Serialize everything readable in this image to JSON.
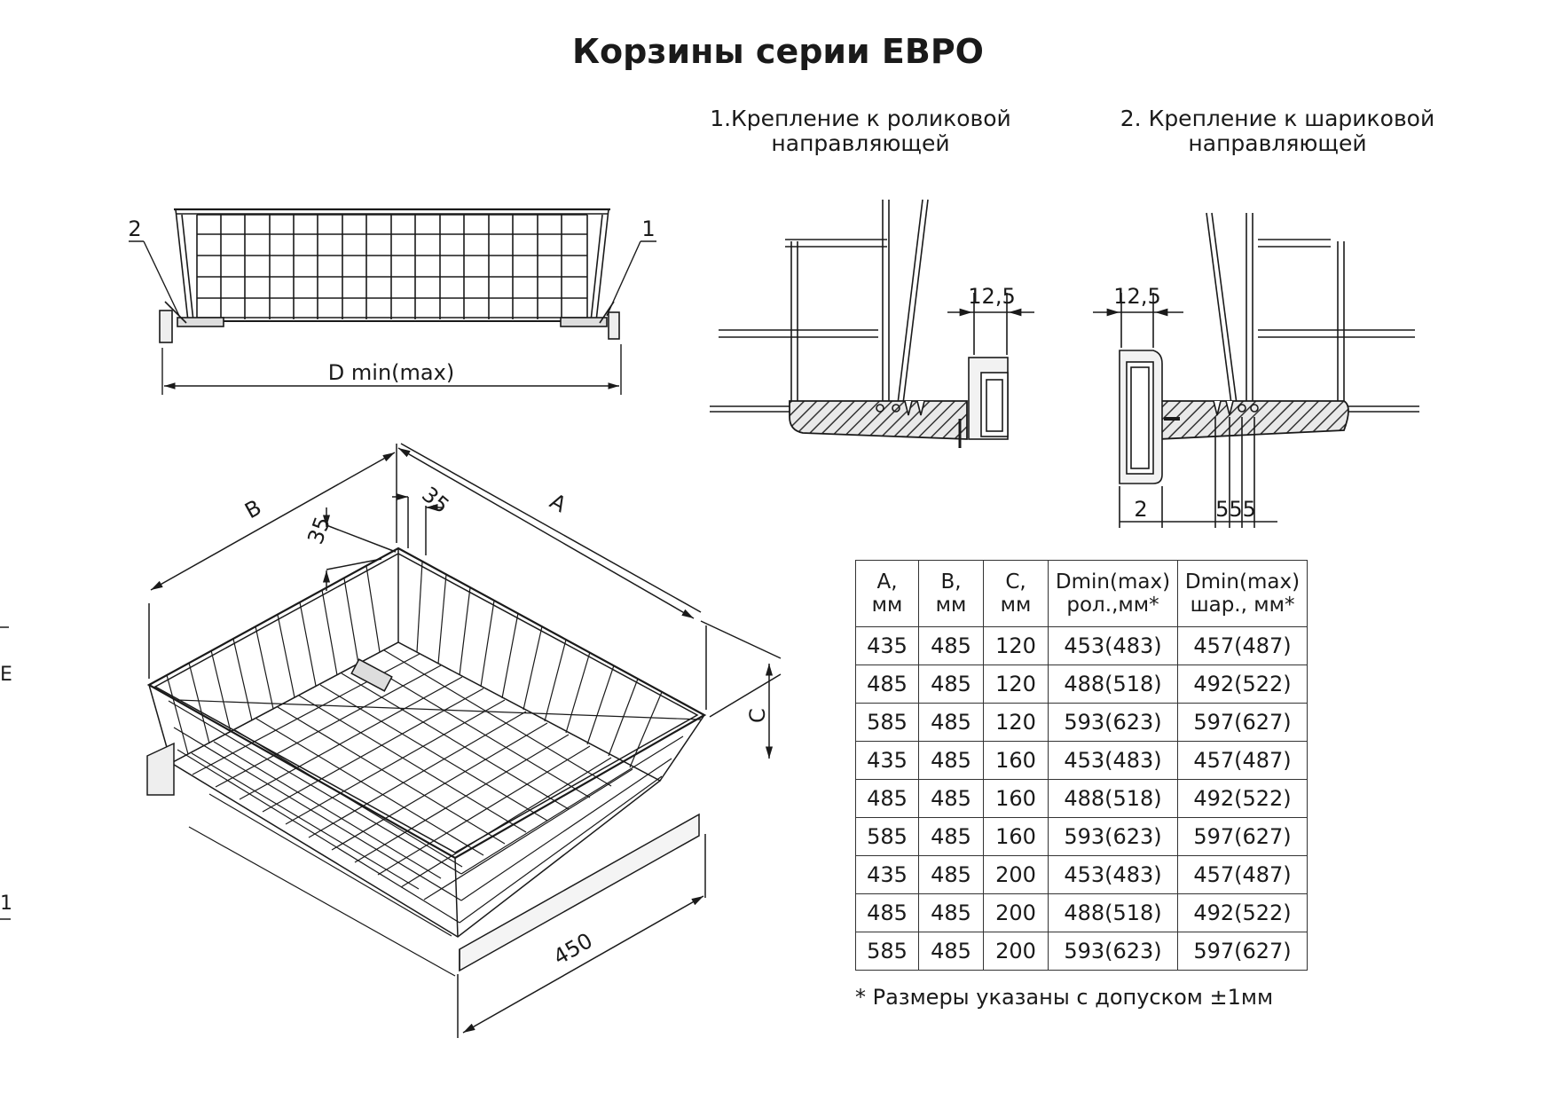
{
  "title": "Корзины серии ЕВРО",
  "caption_roller": [
    "1.Крепление к роликовой",
    "направляющей"
  ],
  "caption_ball": [
    "2. Крепление к шариковой",
    "направляющей"
  ],
  "dims": {
    "front_label_2": "2",
    "front_label_1": "1",
    "front_width": "D min(max)",
    "roller_gap": "12,5",
    "ball_gap": "12,5",
    "ball_bottom_2": "2",
    "ball_bottom_555": "555",
    "iso_A": "A",
    "iso_B": "B",
    "iso_C": "C",
    "iso_35_a": "35",
    "iso_35_b": "35",
    "iso_450": "450"
  },
  "table": {
    "headers": [
      [
        "A,",
        "мм"
      ],
      [
        "B,",
        "мм"
      ],
      [
        "C,",
        "мм"
      ],
      [
        "Dmin(max)",
        "рол.,мм*"
      ],
      [
        "Dmin(max)",
        "шар., мм*"
      ]
    ],
    "rows": [
      [
        "435",
        "485",
        "120",
        "453(483)",
        "457(487)"
      ],
      [
        "485",
        "485",
        "120",
        "488(518)",
        "492(522)"
      ],
      [
        "585",
        "485",
        "120",
        "593(623)",
        "597(627)"
      ],
      [
        "435",
        "485",
        "160",
        "453(483)",
        "457(487)"
      ],
      [
        "485",
        "485",
        "160",
        "488(518)",
        "492(522)"
      ],
      [
        "585",
        "485",
        "160",
        "593(623)",
        "597(627)"
      ],
      [
        "435",
        "485",
        "200",
        "453(483)",
        "457(487)"
      ],
      [
        "485",
        "485",
        "200",
        "488(518)",
        "492(522)"
      ],
      [
        "585",
        "485",
        "200",
        "593(623)",
        "597(627)"
      ]
    ]
  },
  "note": "* Размеры указаны с допуском ±1мм",
  "edge_marks": [
    "E",
    "1"
  ]
}
